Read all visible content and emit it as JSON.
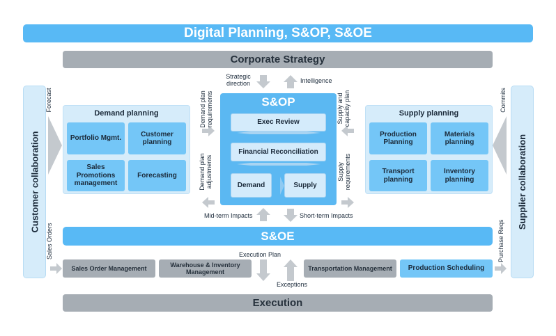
{
  "header": {
    "title": "Digital Planning, S&OP, S&OE"
  },
  "strategy": {
    "label": "Corporate Strategy"
  },
  "execution": {
    "label": "Execution"
  },
  "soe": {
    "label": "S&OE"
  },
  "customer": {
    "label": "Customer collaboration"
  },
  "supplier": {
    "label": "Supplier collaboration"
  },
  "demand": {
    "title": "Demand planning",
    "tiles": [
      "Portfolio Mgmt.",
      "Customer planning",
      "Sales Promotions management",
      "Forecasting"
    ]
  },
  "supply": {
    "title": "Supply planning",
    "tiles": [
      "Production Planning",
      "Materials planning",
      "Transport planning",
      "Inventory planning"
    ]
  },
  "sop": {
    "title": "S&OP",
    "exec_review": "Exec Review",
    "financial": "Financial Reconciliation",
    "demand": "Demand",
    "supply": "Supply"
  },
  "execution_boxes": [
    "Sales Order Management",
    "Warehouse & Inventory Management",
    "Transportation Management",
    "Production Scheduling"
  ],
  "flows": {
    "forecast": "Forecast",
    "commits": "Commits",
    "sales_orders": "Sales Orders",
    "purchase_reqs": "Purchase Reqs",
    "strategic_direction": "Strategic direction",
    "intelligence": "Intelligence",
    "demand_plan_requirements": "Demand plan requirements",
    "demand_plan_adjustments": "Demand plan adjustments",
    "supply_capacity_plan": "Supply and capacity plan",
    "supply_requirements": "Supply requirements",
    "mid_term": "Mid-term Impacts",
    "short_term": "Short-term Impacts",
    "execution_plan": "Execution Plan",
    "exceptions": "Exceptions"
  },
  "colors": {
    "accent_blue": "#58b9f5",
    "tile_blue": "#74c6f7",
    "panel_blue": "#d6ecfa",
    "gray_bar": "#a6adb4",
    "arrow_gray": "#c4c9ce"
  }
}
